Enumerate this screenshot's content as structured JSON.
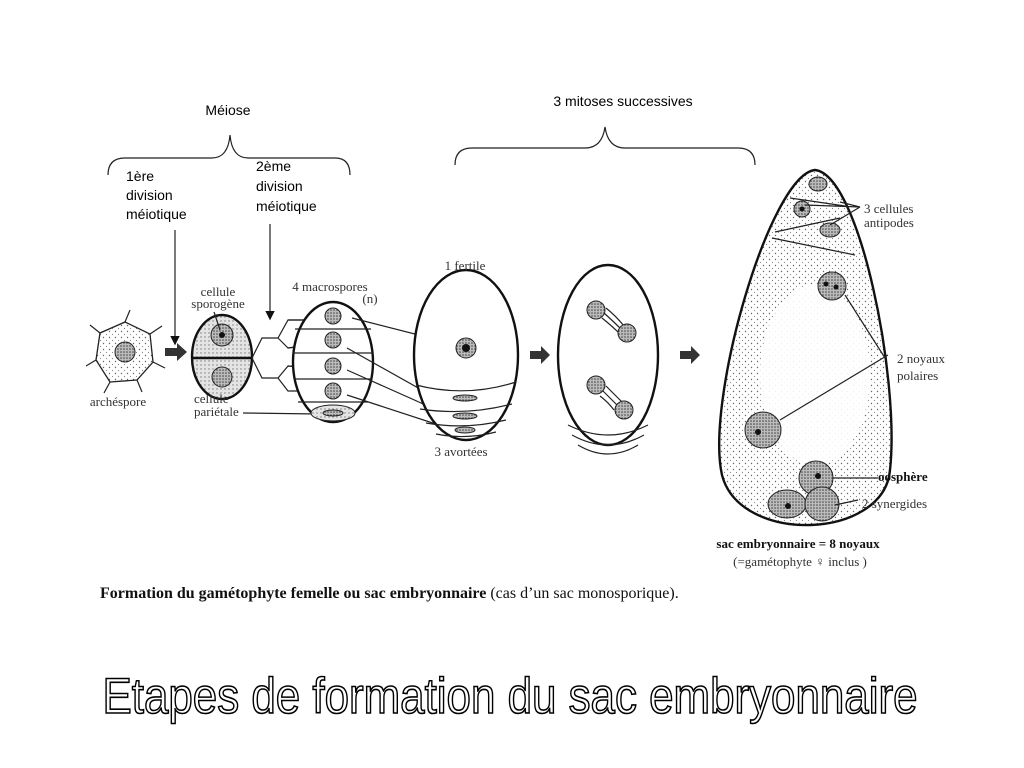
{
  "header": {
    "meiose": "Méiose",
    "mitoses": "3 mitoses successives",
    "division1": [
      "1ère",
      "division",
      "méiotique"
    ],
    "division2": [
      "2ème",
      "division",
      "méiotique"
    ]
  },
  "labels": {
    "archespore": "archéspore",
    "cellule_sporogene": [
      "cellule",
      "sporogène"
    ],
    "cellule_parietale": [
      "cellule",
      "pariétale"
    ],
    "macrospores": "4 macrospores",
    "n": "(n)",
    "fertile": "1 fertile",
    "avortees": "3 avortées",
    "antipodes": [
      "3 cellules",
      "antipodes"
    ],
    "polaires": [
      "2 noyaux",
      "polaires"
    ],
    "oosphere": "oosphère",
    "synergides": "2 synergides",
    "sac": "sac embryonnaire = 8 noyaux",
    "gametophyte": "(=gamétophyte ♀ inclus )"
  },
  "caption": {
    "bold": "Formation du gamétophyte femelle ou sac embryonnaire",
    "normal": " (cas d’un sac monosporique)."
  },
  "title": "Etapes de formation du sac embryonnaire"
}
